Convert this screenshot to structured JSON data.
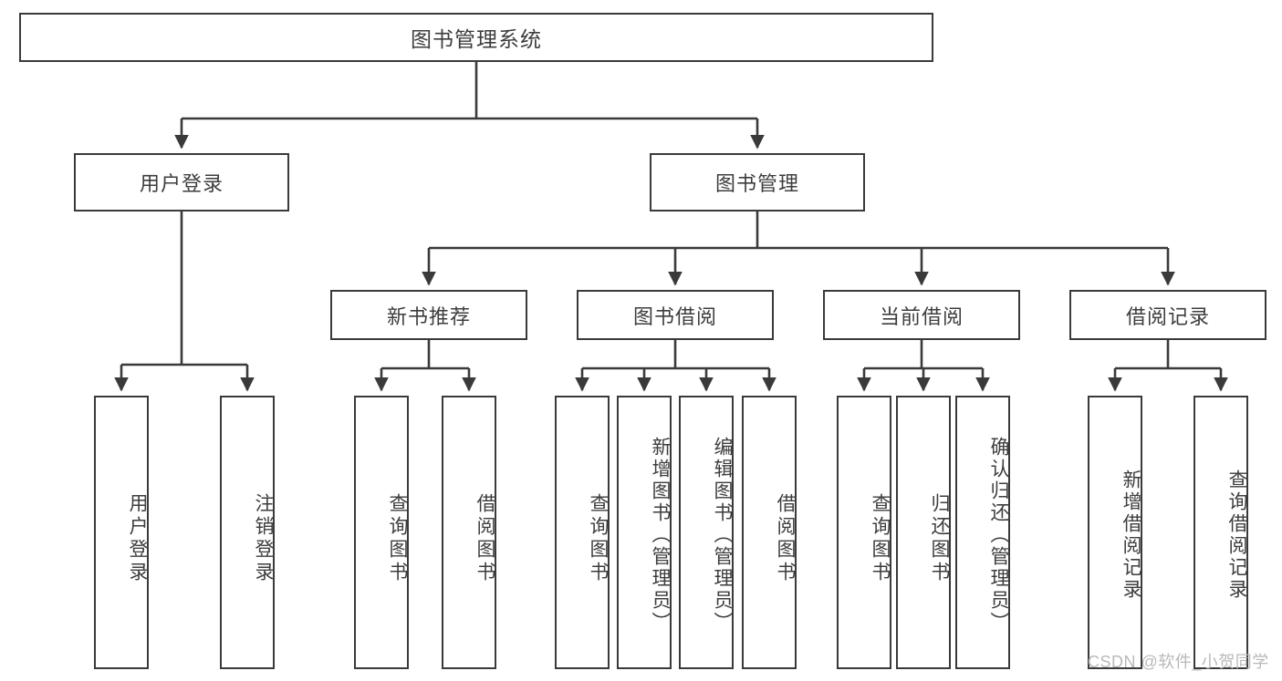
{
  "diagram": {
    "title": "图书管理系统",
    "type": "tree-hierarchy",
    "watermark": "CSDN @软件_小贺同学",
    "colors": {
      "border": "#3a3a3a",
      "text": "#3d3d3d",
      "background": "#ffffff",
      "watermark": "#b9b9b9"
    },
    "levels": {
      "root": "图书管理系统",
      "level2": [
        "用户登录",
        "图书管理"
      ],
      "level3": [
        "新书推荐",
        "图书借阅",
        "当前借阅",
        "借阅记录"
      ]
    },
    "nodes": {
      "root": {
        "label": "图书管理系统"
      },
      "user_login": {
        "label": "用户登录"
      },
      "book_manage": {
        "label": "图书管理"
      },
      "new_book_rec": {
        "label": "新书推荐"
      },
      "book_borrow": {
        "label": "图书借阅"
      },
      "current_borrow": {
        "label": "当前借阅"
      },
      "borrow_record": {
        "label": "借阅记录"
      },
      "leaf_user_login": {
        "label": "用户登录"
      },
      "leaf_logout": {
        "label": "注销登录"
      },
      "leaf_query_book_1": {
        "label": "查询图书"
      },
      "leaf_borrow_book_1": {
        "label": "借阅图书"
      },
      "leaf_query_book_2": {
        "label": "查询图书"
      },
      "leaf_add_book": {
        "label": "新增图书（管理员）"
      },
      "leaf_edit_book": {
        "label": "编辑图书（管理员）"
      },
      "leaf_borrow_book_2": {
        "label": "借阅图书"
      },
      "leaf_query_book_3": {
        "label": "查询图书"
      },
      "leaf_return_book": {
        "label": "归还图书"
      },
      "leaf_confirm_return": {
        "label": "确认归还（管理员）"
      },
      "leaf_add_record": {
        "label": "新增借阅记录"
      },
      "leaf_query_record": {
        "label": "查询借阅记录"
      }
    }
  }
}
